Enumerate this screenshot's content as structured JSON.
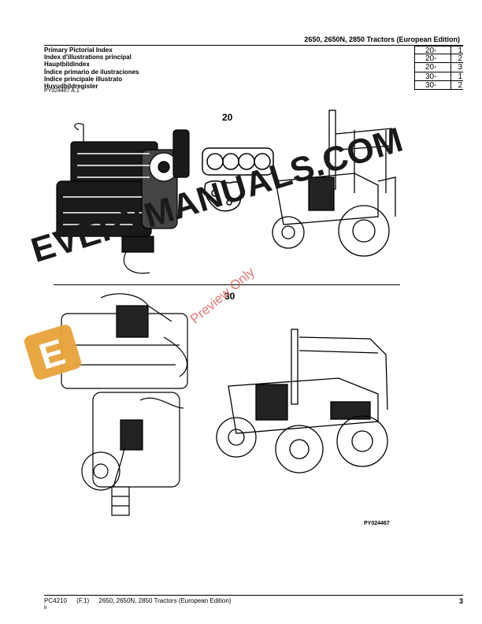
{
  "header": {
    "title": "2650, 2650N, 2850 Tractors (European Edition)"
  },
  "index": {
    "titles": [
      "Primary Pictorial Index",
      "Index d'illustrations principal",
      "Hauptbildindex",
      "Índice primario de ilustraciones",
      "Indice principale illustrato",
      "Huvudbildregister"
    ],
    "codes": [
      {
        "section": "20-",
        "page": "1"
      },
      {
        "section": "20-",
        "page": "2"
      },
      {
        "section": "20-",
        "page": "3"
      },
      {
        "section": "30-",
        "page": "1"
      },
      {
        "section": "30-",
        "page": "2"
      }
    ],
    "doc_id": "PY024467 A.1"
  },
  "sections": {
    "top": "20",
    "bottom": "30"
  },
  "figure_id": "PY024467",
  "watermark": {
    "text": "EVERYMANUALS.COM",
    "logo_letter": "E",
    "preview": "Preview Only"
  },
  "footer": {
    "doc": "PC4210",
    "rev": "(F.1)",
    "title": "2650, 2650N, 2850 Tractors (European Edition)",
    "sub": "ii",
    "page": "3"
  }
}
